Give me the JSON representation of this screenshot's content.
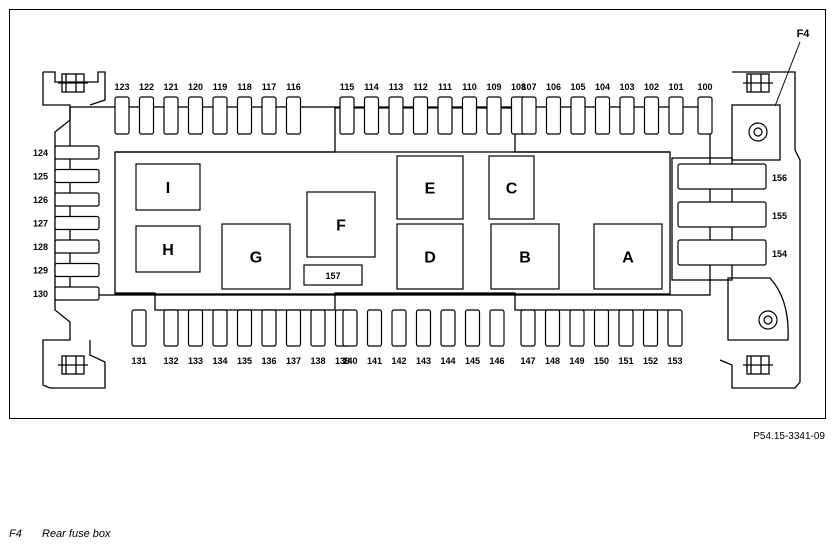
{
  "fuse_box": {
    "callout": "F4",
    "top_row": [
      "123",
      "122",
      "121",
      "120",
      "119",
      "118",
      "117",
      "116",
      "115",
      "114",
      "113",
      "112",
      "111",
      "110",
      "109",
      "108",
      "107",
      "106",
      "105",
      "104",
      "103",
      "102",
      "101",
      "100"
    ],
    "bottom_row": [
      "131",
      "132",
      "133",
      "134",
      "135",
      "136",
      "137",
      "138",
      "139",
      "140",
      "141",
      "142",
      "143",
      "144",
      "145",
      "146",
      "147",
      "148",
      "149",
      "150",
      "151",
      "152",
      "153"
    ],
    "left_column": [
      "124",
      "125",
      "126",
      "127",
      "128",
      "129",
      "130"
    ],
    "right_column": [
      "156",
      "155",
      "154"
    ],
    "relays": [
      "I",
      "H",
      "G",
      "F",
      "E",
      "D",
      "C",
      "B",
      "A"
    ],
    "small_fuse": "157"
  },
  "reference": "P54.15-3341-09",
  "legend": {
    "id": "F4",
    "text": "Rear fuse box"
  }
}
